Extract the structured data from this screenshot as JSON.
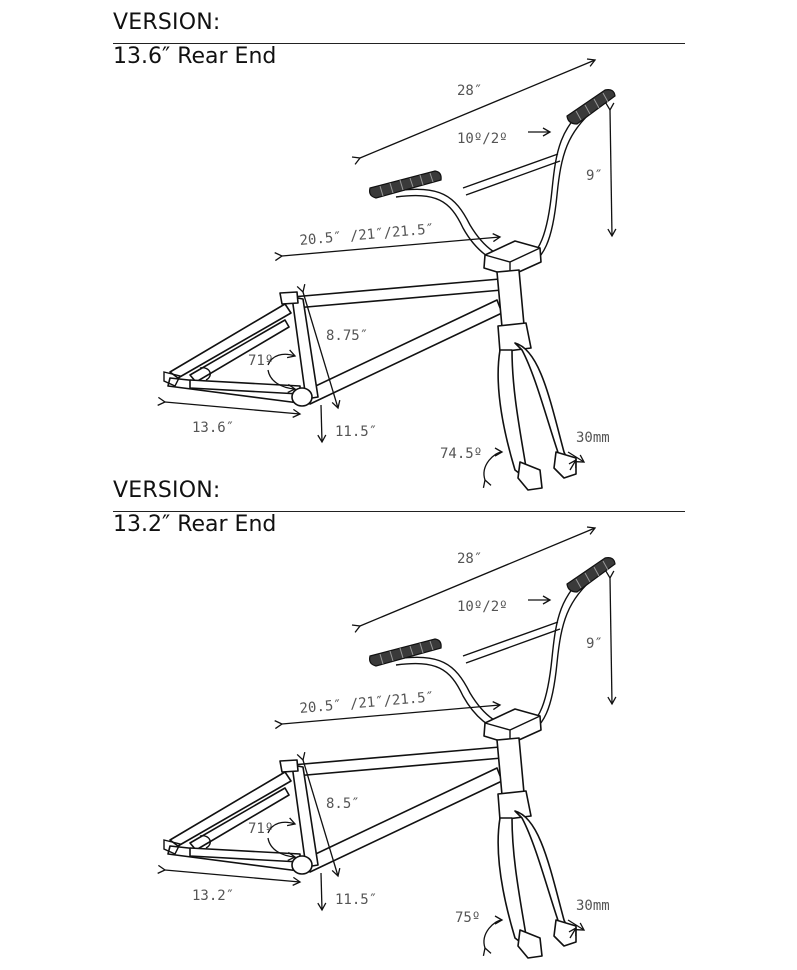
{
  "versions": [
    {
      "version_label": "VERSION:",
      "name": "13.6″ Rear End",
      "dims": {
        "reach": "28″",
        "sweep": "10º/2º",
        "rise": "9″",
        "top_tube": "20.5″ /21″/21.5″",
        "seat_tube": "8.75″",
        "seat_angle": "71º",
        "chainstay": "13.6″",
        "bb_height": "11.5″",
        "head_angle": "74.5º",
        "offset": "30mm"
      }
    },
    {
      "version_label": "VERSION:",
      "name": "13.2″ Rear End",
      "dims": {
        "reach": "28″",
        "sweep": "10º/2º",
        "rise": "9″",
        "top_tube": "20.5″ /21″/21.5″",
        "seat_tube": "8.5″",
        "seat_angle": "71º",
        "chainstay": "13.2″",
        "bb_height": "11.5″",
        "head_angle": "75º",
        "offset": "30mm"
      }
    }
  ]
}
